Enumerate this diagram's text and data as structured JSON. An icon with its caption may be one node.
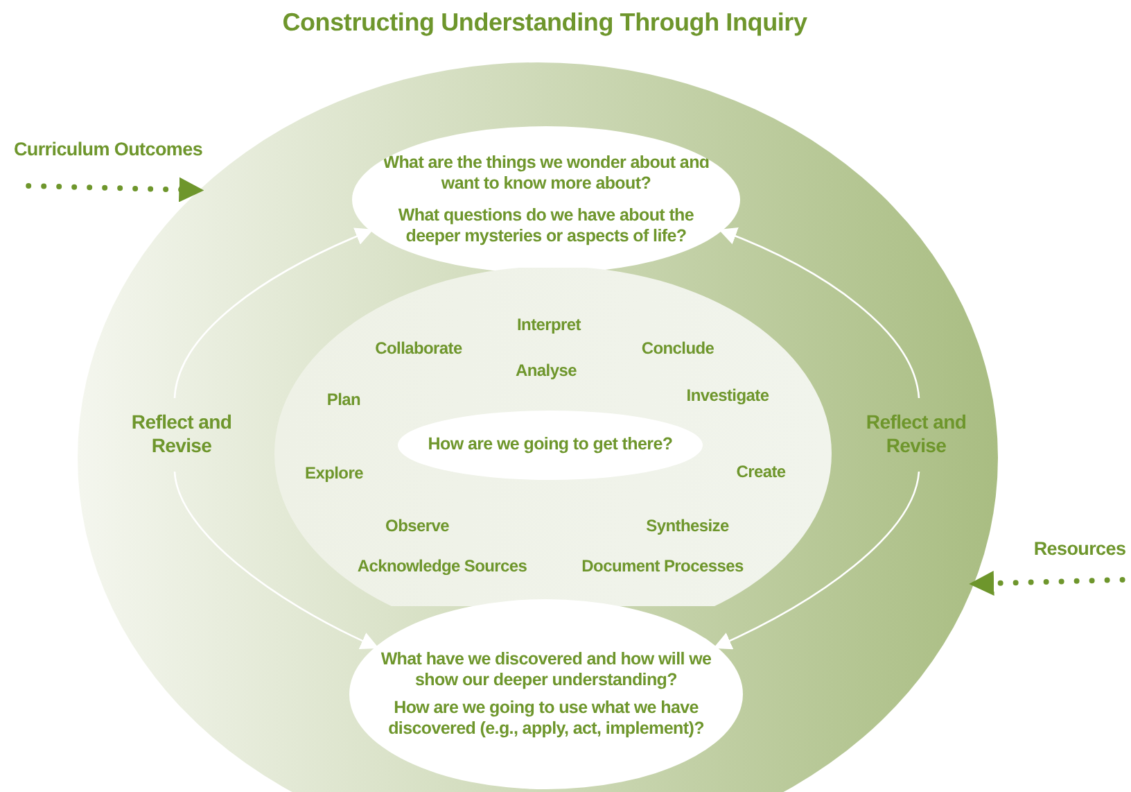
{
  "diagram": {
    "title": "Constructing Understanding Through Inquiry",
    "nodes": [
      {
        "text": [],
        "shape": "ellipse"
      },
      {
        "text": [
          "What are the things we wonder about and want to know more about?",
          "What questions do we have about the deeper mysteries or aspects of life?"
        ],
        "in": 0
      },
      {
        "text": [],
        "shape": "ellipse",
        "in": 0
      },
      {
        "text": [
          "How are we going to get there?"
        ],
        "in": 2
      },
      {
        "text": [
          "What have we discovered and how will we show our deeper understanding?",
          "How are we going to use what we have discovered (e.g., apply, act, implement)?"
        ],
        "in": 0
      },
      {
        "text": [
          "Curriculum Outcomes"
        ]
      },
      {
        "text": [
          "Resources"
        ]
      }
    ],
    "edges": [
      {
        "from": 5,
        "to": 0,
        "arrow": "to",
        "style": "dashed"
      },
      {
        "from": 6,
        "to": 0,
        "arrow": "to",
        "style": "dashed"
      },
      {
        "from": 4,
        "to": 1,
        "arrow": "both",
        "label": "Reflect and Revise",
        "color": "#ffffff"
      },
      {
        "from": 4,
        "to": 1,
        "arrow": "both",
        "label": "Reflect and Revise",
        "color": "#ffffff"
      }
    ],
    "labels": [
      "Interpret",
      "Collaborate",
      "Conclude",
      "Analyse",
      "Plan",
      "Investigate",
      "Explore",
      "Create",
      "Observe",
      "Synthesize",
      "Acknowledge Sources",
      "Document Processes"
    ]
  }
}
